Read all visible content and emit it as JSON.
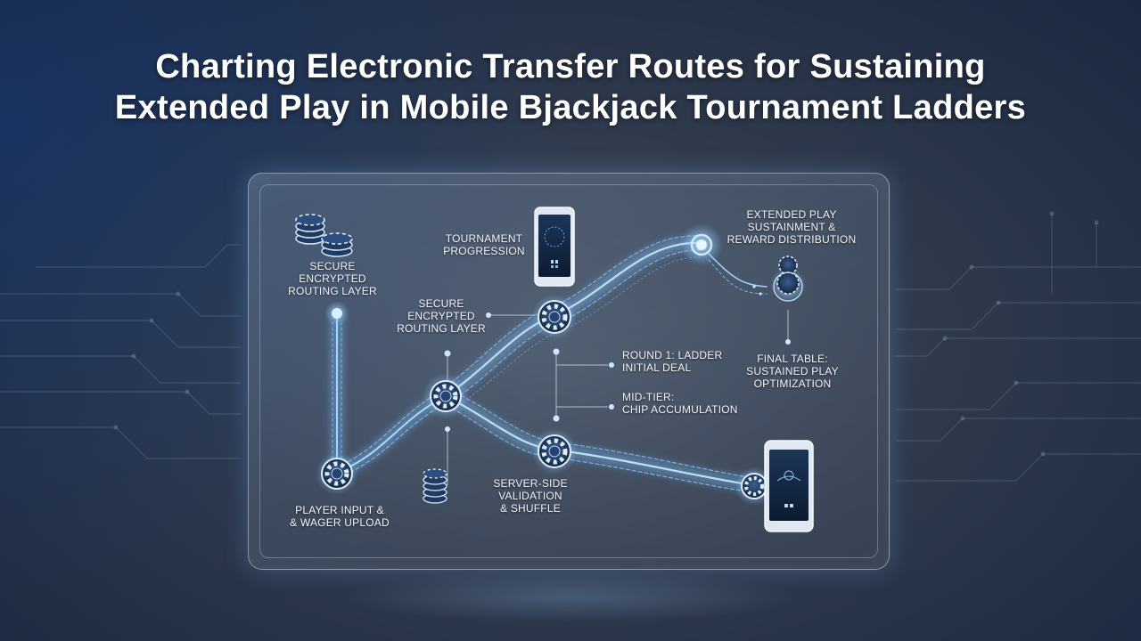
{
  "title": {
    "line1": "Charting Electronic Transfer Routes for Sustaining",
    "line2": "Extended Play in Mobile Bjackjack Tournament Ladders"
  },
  "diagram": {
    "labels": {
      "secure_routing_top_left": "SECURE\nENCRYPTED\nROUTING LAYER",
      "secure_routing_mid": "SECURE\nENCRYPTED\nROUTING LAYER",
      "tournament_progression": "TOURNAMENT\nPROGRESSION",
      "extended_play": "EXTENDED PLAY\nSUSTAINMENT &\nREWARD DISTRIBUTION",
      "round1": "ROUND 1: LADDER\nINITIAL DEAL",
      "mid_tier": "MID-TIER:\nCHIP ACCUMULATION",
      "final_table": "FINAL TABLE:\nSUSTAINED PLAY\nOPTIMIZATION",
      "server_side": "SERVER-SIDE\nVALIDATION\n& SHUFFLE",
      "player_input": "PLAYER INPUT &\n& WAGER UPLOAD"
    }
  },
  "colors": {
    "accent": "#7fc4ff",
    "glow": "#bfe4ff",
    "chip": "#1f3b63"
  }
}
